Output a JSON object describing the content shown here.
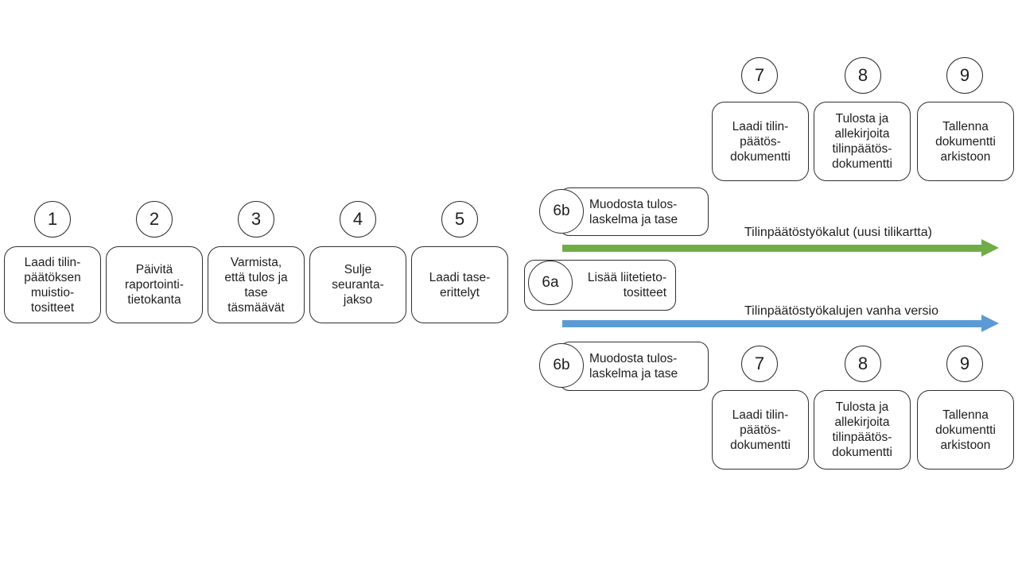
{
  "diagram": {
    "background_color": "#ffffff",
    "outline_color": "#2f2f2f",
    "text_color": "#1e1e1e"
  },
  "left_steps": [
    {
      "number": "1",
      "label": "Laadi tilin-\npäätöksen\nmuistio-\ntositteet"
    },
    {
      "number": "2",
      "label": "Päivitä\nraportointi-\ntietokanta"
    },
    {
      "number": "3",
      "label": "Varmista,\nettä tulos ja\ntase\ntäsmäävät"
    },
    {
      "number": "4",
      "label": "Sulje\nseuranta-\njakso"
    },
    {
      "number": "5",
      "label": "Laadi tase-\nerittelyt"
    }
  ],
  "branch_6a": {
    "number": "6a",
    "label": "Lisää liitetieto-\ntositteet"
  },
  "new_tools_path": {
    "step_6b": {
      "number": "6b",
      "label": "Muodosta tulos-\nlaskelma ja tase"
    },
    "arrow": {
      "label": "Tilinpäätöstyökalut (uusi tilikartta)",
      "color": "#70AD47"
    },
    "steps": [
      {
        "number": "7",
        "label": "Laadi tilin-\npäätös-\ndokumentti"
      },
      {
        "number": "8",
        "label": "Tulosta ja\nallekirjoita\ntilinpäätös-\ndokumentti"
      },
      {
        "number": "9",
        "label": "Tallenna\ndokumentti\narkistoon"
      }
    ]
  },
  "old_tools_path": {
    "step_6b": {
      "number": "6b",
      "label": "Muodosta tulos-\nlaskelma ja tase"
    },
    "arrow": {
      "label": "Tilinpäätöstyökalujen vanha versio",
      "color": "#5B9BD5"
    },
    "steps": [
      {
        "number": "7",
        "label": "Laadi tilin-\npäätös-\ndokumentti"
      },
      {
        "number": "8",
        "label": "Tulosta ja\nallekirjoita\ntilinpäätös-\ndokumentti"
      },
      {
        "number": "9",
        "label": "Tallenna\ndokumentti\narkistoon"
      }
    ]
  }
}
